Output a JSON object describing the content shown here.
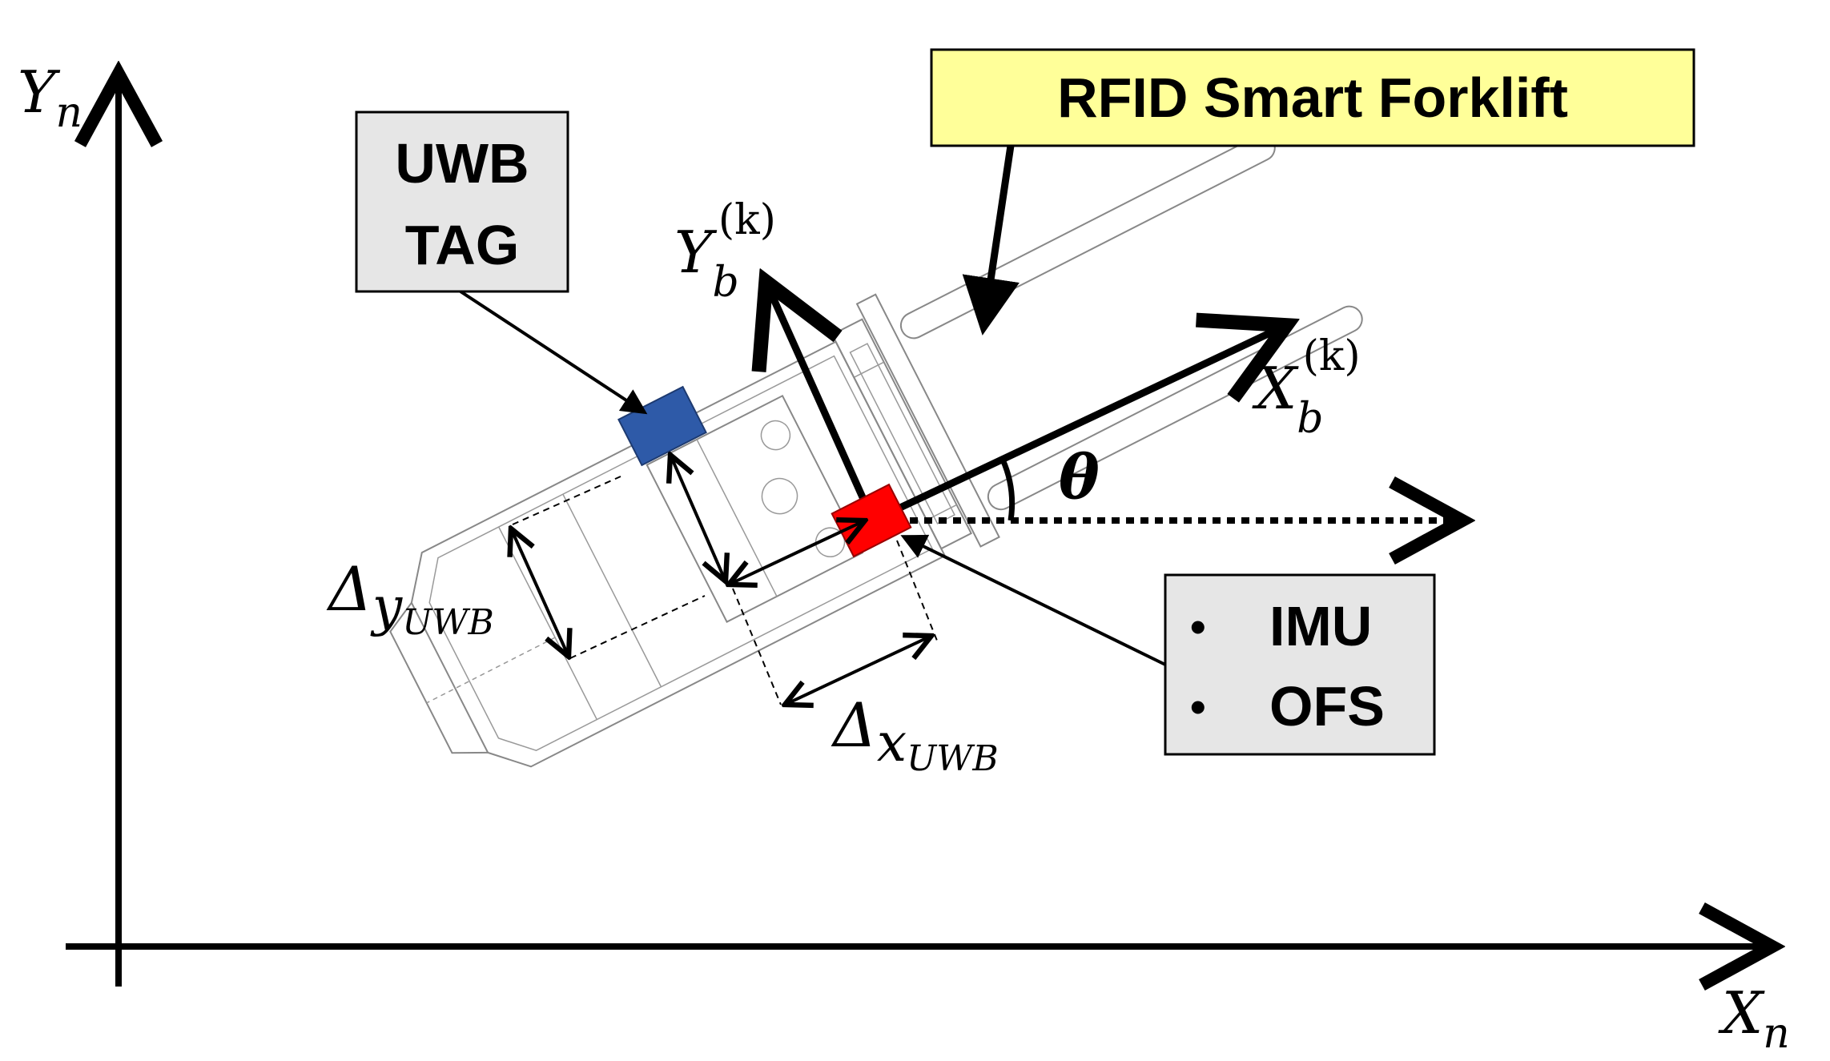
{
  "axes": {
    "x_label": {
      "main": "X",
      "sub": "n"
    },
    "y_label": {
      "main": "Y",
      "sub": "n"
    }
  },
  "body_frame": {
    "x_label": {
      "main": "X",
      "sub": "b",
      "sup": "(k)"
    },
    "y_label": {
      "main": "Y",
      "sub": "b",
      "sup": "(k)"
    },
    "angle_label": "θ"
  },
  "callouts": {
    "forklift": "RFID Smart Forklift",
    "uwb_tag": [
      "UWB",
      "TAG"
    ],
    "sensors": {
      "bullet": "•",
      "items": [
        "IMU",
        "OFS"
      ]
    }
  },
  "offsets": {
    "dx": {
      "main": "Δ",
      "sub": "x",
      "subsub": "UWB"
    },
    "dy": {
      "main": "Δ",
      "sub": "y",
      "subsub": "UWB"
    }
  },
  "colors": {
    "uwb_tag": "#2e5aa8",
    "imu": "#ff0000",
    "callout_yellow": "#ffff99",
    "callout_gray": "#e6e6e6"
  }
}
